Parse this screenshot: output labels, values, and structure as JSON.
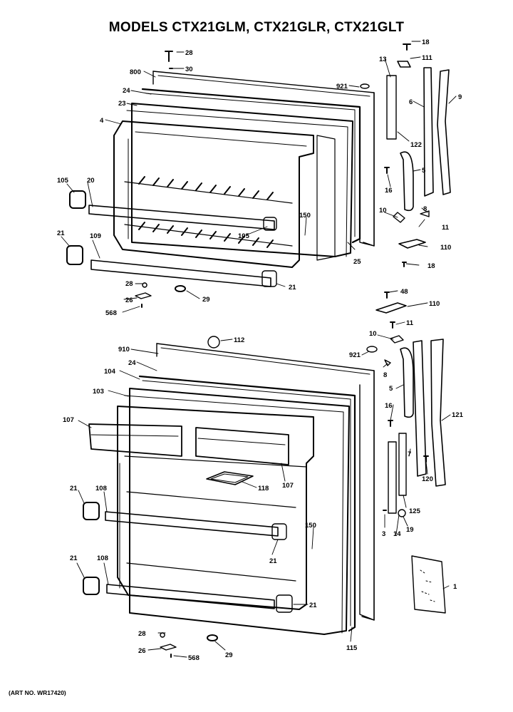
{
  "title": "MODELS CTX21GLM, CTX21GLR, CTX21GLT",
  "art_number": "(ART NO. WR17420)",
  "labels": [
    {
      "id": "l18a",
      "text": "18"
    },
    {
      "id": "l28a",
      "text": "28"
    },
    {
      "id": "l30",
      "text": "30"
    },
    {
      "id": "l800",
      "text": "800"
    },
    {
      "id": "l111",
      "text": "111"
    },
    {
      "id": "l13",
      "text": "13"
    },
    {
      "id": "l24a",
      "text": "24"
    },
    {
      "id": "l921a",
      "text": "921"
    },
    {
      "id": "l23",
      "text": "23"
    },
    {
      "id": "l9",
      "text": "9"
    },
    {
      "id": "l6",
      "text": "6"
    },
    {
      "id": "l4",
      "text": "4"
    },
    {
      "id": "l122",
      "text": "122"
    },
    {
      "id": "l105a",
      "text": "105"
    },
    {
      "id": "l20",
      "text": "20"
    },
    {
      "id": "l5a",
      "text": "5"
    },
    {
      "id": "l16a",
      "text": "16"
    },
    {
      "id": "l150a",
      "text": "150"
    },
    {
      "id": "l10a",
      "text": "10"
    },
    {
      "id": "l8a",
      "text": "8"
    },
    {
      "id": "l11a",
      "text": "11"
    },
    {
      "id": "l21a",
      "text": "21"
    },
    {
      "id": "l109",
      "text": "109"
    },
    {
      "id": "l105b",
      "text": "105"
    },
    {
      "id": "l110a",
      "text": "110"
    },
    {
      "id": "l25",
      "text": "25"
    },
    {
      "id": "l18b",
      "text": "18"
    },
    {
      "id": "l28b",
      "text": "28"
    },
    {
      "id": "l21b",
      "text": "21"
    },
    {
      "id": "l26a",
      "text": "26"
    },
    {
      "id": "l29a",
      "text": "29"
    },
    {
      "id": "l568a",
      "text": "568"
    },
    {
      "id": "l48",
      "text": "48"
    },
    {
      "id": "l110b",
      "text": "110"
    },
    {
      "id": "l11b",
      "text": "11"
    },
    {
      "id": "l112",
      "text": "112"
    },
    {
      "id": "l10b",
      "text": "10"
    },
    {
      "id": "l910",
      "text": "910"
    },
    {
      "id": "l921b",
      "text": "921"
    },
    {
      "id": "l24b",
      "text": "24"
    },
    {
      "id": "l8b",
      "text": "8"
    },
    {
      "id": "l104",
      "text": "104"
    },
    {
      "id": "l103",
      "text": "103"
    },
    {
      "id": "l5b",
      "text": "5"
    },
    {
      "id": "l107a",
      "text": "107"
    },
    {
      "id": "l16b",
      "text": "16"
    },
    {
      "id": "l121",
      "text": "121"
    },
    {
      "id": "l7",
      "text": "7"
    },
    {
      "id": "l120",
      "text": "120"
    },
    {
      "id": "l107b",
      "text": "107"
    },
    {
      "id": "l118",
      "text": "118"
    },
    {
      "id": "l21c",
      "text": "21"
    },
    {
      "id": "l108a",
      "text": "108"
    },
    {
      "id": "l125",
      "text": "125"
    },
    {
      "id": "l150b",
      "text": "150"
    },
    {
      "id": "l3",
      "text": "3"
    },
    {
      "id": "l14",
      "text": "14"
    },
    {
      "id": "l19",
      "text": "19"
    },
    {
      "id": "l21d",
      "text": "21"
    },
    {
      "id": "l21e",
      "text": "21"
    },
    {
      "id": "l108b",
      "text": "108"
    },
    {
      "id": "l1",
      "text": "1"
    },
    {
      "id": "l21f",
      "text": "21"
    },
    {
      "id": "l28c",
      "text": "28"
    },
    {
      "id": "l115",
      "text": "115"
    },
    {
      "id": "l26b",
      "text": "26"
    },
    {
      "id": "l568b",
      "text": "568"
    },
    {
      "id": "l29b",
      "text": "29"
    }
  ]
}
